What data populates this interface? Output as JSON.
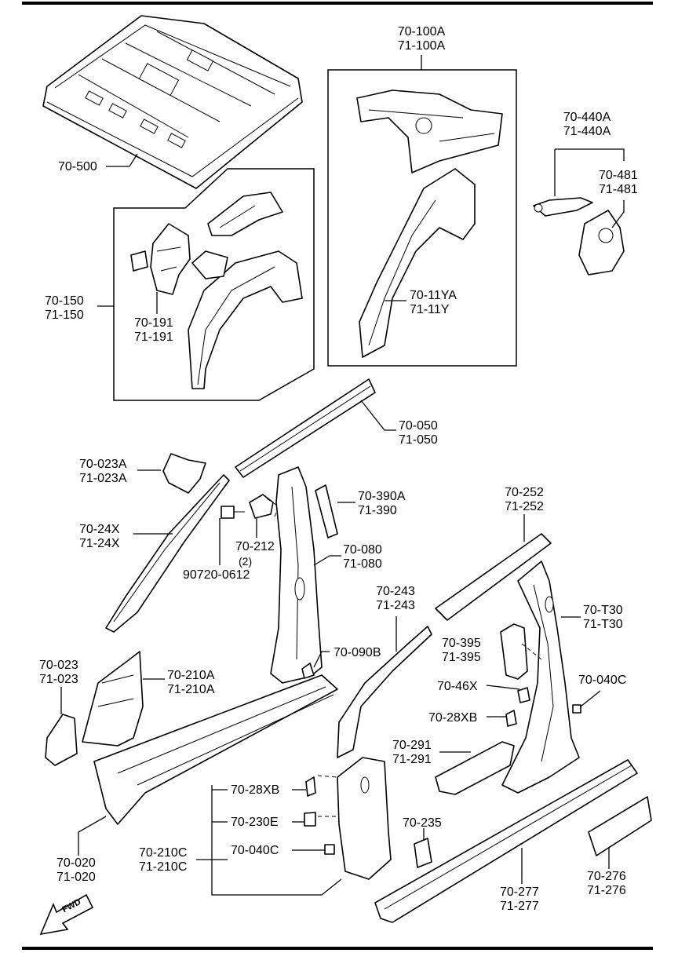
{
  "labels": {
    "p70_100A": "70-100A",
    "p71_100A": "71-100A",
    "p70_440A": "70-440A",
    "p71_440A": "71-440A",
    "p70_481": "70-481",
    "p71_481": "71-481",
    "p70_500": "70-500",
    "p70_150": "70-150",
    "p71_150": "71-150",
    "p70_191": "70-191",
    "p71_191": "71-191",
    "p70_11YA": "70-11YA",
    "p71_11Y": "71-11Y",
    "p70_050": "70-050",
    "p71_050": "71-050",
    "p70_023A": "70-023A",
    "p71_023A": "71-023A",
    "p70_390A": "70-390A",
    "p71_390": "71-390",
    "p70_252": "70-252",
    "p71_252": "71-252",
    "p70_24X": "70-24X",
    "p71_24X": "71-24X",
    "p70_212": "70-212",
    "qty_2": "(2)",
    "p90720_0612": "90720-0612",
    "p70_080": "70-080",
    "p71_080": "71-080",
    "p70_243": "70-243",
    "p71_243": "71-243",
    "p70_T30": "70-T30",
    "p71_T30": "71-T30",
    "p70_395": "70-395",
    "p71_395": "71-395",
    "p70_023": "70-023",
    "p71_023": "71-023",
    "p70_090B": "70-090B",
    "p70_210A": "70-210A",
    "p71_210A": "71-210A",
    "p70_46X": "70-46X",
    "p70_040C_right": "70-040C",
    "p70_28XB_right": "70-28XB",
    "p70_291": "70-291",
    "p71_291": "71-291",
    "p70_28XB_left": "70-28XB",
    "p70_230E": "70-230E",
    "p70_235": "70-235",
    "p70_210C": "70-210C",
    "p71_210C": "71-210C",
    "p70_040C_left": "70-040C",
    "p70_020": "70-020",
    "p71_020": "71-020",
    "p70_276": "70-276",
    "p71_276": "71-276",
    "p70_277": "70-277",
    "p71_277": "71-277",
    "fwd": "FWD"
  }
}
